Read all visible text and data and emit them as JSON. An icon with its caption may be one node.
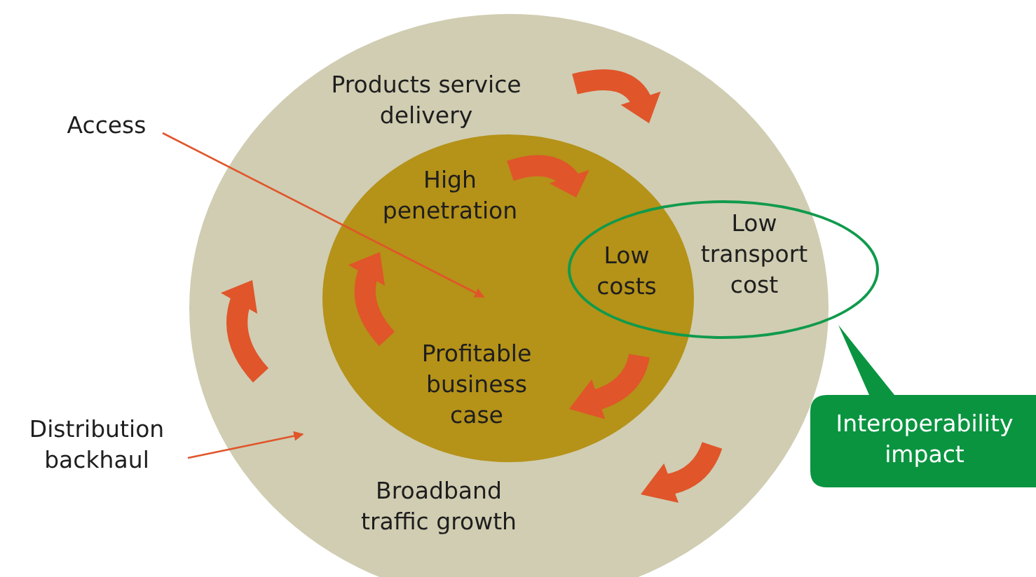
{
  "diagram": {
    "nodes": [
      {
        "text": [
          "Products service delivery",
          "Broadband traffic growth"
        ]
      },
      {
        "text": [
          "High penetration",
          "Profitable business case"
        ],
        "in": 0
      },
      {
        "text": [
          "Low costs",
          "Low transport cost"
        ]
      },
      {
        "text": [
          "Access"
        ]
      },
      {
        "text": [
          "Distribution backhaul"
        ]
      },
      {
        "text": [
          "Interoperability impact"
        ]
      }
    ],
    "edges": [
      {
        "from": 3,
        "to": 1,
        "arrow": "to"
      },
      {
        "from": 4,
        "to": 0,
        "arrow": "to"
      }
    ]
  }
}
